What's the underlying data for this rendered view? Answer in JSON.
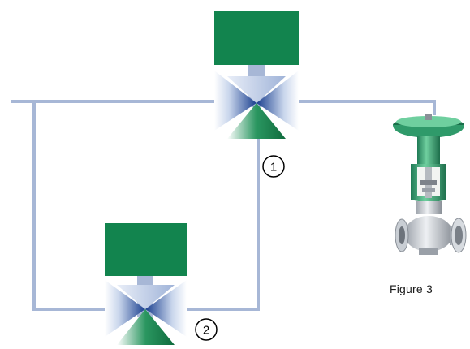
{
  "callouts": {
    "valve_1": "1",
    "valve_2": "2"
  },
  "caption": "Figure 3",
  "icons": {
    "pilot_valve": "three-way-pilot-valve-icon",
    "control_valve": "globe-control-valve-icon"
  },
  "colors": {
    "pipe": "#a7b7d6",
    "actuator_green": "#12844e",
    "valve_blue": "#1a3f8f",
    "valve_light_blue": "#c9d6ec",
    "valve_green_triangle": "#2a9660",
    "valve_green_light": "#b8dcc8"
  }
}
